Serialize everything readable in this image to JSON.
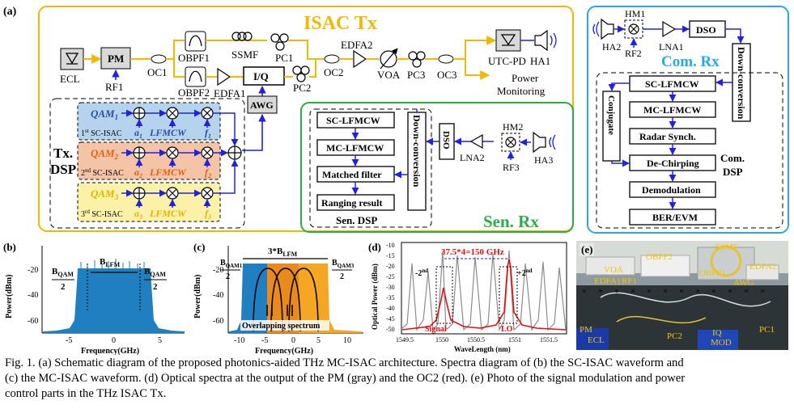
{
  "panel_a": {
    "label": "(a)",
    "tx": {
      "title": "ISAC Tx",
      "blocks": {
        "ecl": "ECL",
        "pm": "PM",
        "rf1": "RF1",
        "oc1": "OC1",
        "obpf1": "OBPF1",
        "obpf2": "OBPF2",
        "ssmf": "SSMF",
        "pc1": "PC1",
        "edfa1": "EDFA1",
        "iq": "I/Q",
        "pc2": "PC2",
        "awg": "AWG",
        "oc2": "OC2",
        "edfa2": "EDFA2",
        "voa": "VOA",
        "pc3": "PC3",
        "oc3": "OC3",
        "utc_pd": "UTC-PD",
        "ha1": "HA1",
        "power_monitoring_1": "Power",
        "power_monitoring_2": "Monitoring"
      },
      "dsp": {
        "label_1": "Tx.",
        "label_2": "DSP",
        "rows": [
          {
            "qam": "QAM",
            "qam_sub": "1",
            "alpha": "a",
            "alpha_sub": "1",
            "lfmcw": "LFMCW",
            "f": "f",
            "f_sub": "1",
            "name": "1",
            "name_sup": "st",
            "name_rest": " SC-ISAC"
          },
          {
            "qam": "QAM",
            "qam_sub": "2",
            "alpha": "a",
            "alpha_sub": "2",
            "lfmcw": "LFMCW",
            "f": "f",
            "f_sub": "2",
            "name": "2",
            "name_sup": "nd",
            "name_rest": " SC-ISAC"
          },
          {
            "qam": "QAM",
            "qam_sub": "3",
            "alpha": "a",
            "alpha_sub": "3",
            "lfmcw": "LFMCW",
            "f": "f",
            "f_sub": "3",
            "name": "3",
            "name_sup": "rd",
            "name_rest": " SC-ISAC"
          }
        ]
      }
    },
    "sen_rx": {
      "title": "Sen. Rx",
      "dsp_label": "Sen. DSP",
      "steps": [
        "SC-LFMCW",
        "MC-LFMCW",
        "Matched filter",
        "Ranging result"
      ],
      "down_conversion": "Down-conversion",
      "dso": "DSO",
      "lna2": "LNA2",
      "hm2": "HM2",
      "rf3": "RF3",
      "ha3": "HA3"
    },
    "com_rx": {
      "title": "Com. Rx",
      "ha2": "HA2",
      "hm1": "HM1",
      "rf2": "RF2",
      "lna1": "LNA1",
      "dso": "DSO",
      "down_conversion": "Down-conversion",
      "conjugate": "Conjugate",
      "dsp_label_1": "Com.",
      "dsp_label_2": "DSP",
      "steps": [
        "SC-LFMCW",
        "MC-LFMCW",
        "Radar Synch.",
        "De-Chirping",
        "Demodulation",
        "BER/EVM"
      ]
    }
  },
  "panel_b": {
    "label": "(b)",
    "ylabel": "Power(dBm)",
    "xlabel": "Frequency(GHz)",
    "yticks": [
      "-20",
      "-40",
      "-60"
    ],
    "xticks": [
      "-5",
      "0",
      "5"
    ],
    "ann_lfm": "B",
    "ann_lfm_sub": "LFM",
    "ann_qam": "B",
    "ann_qam_sub": "QAM",
    "ann_half": "2"
  },
  "panel_c": {
    "label": "(c)",
    "ylabel": "Power(dBm)",
    "xlabel": "Frequency(GHz)",
    "yticks": [
      "-20",
      "-40",
      "-60"
    ],
    "xticks": [
      "-10",
      "-5",
      "0",
      "5",
      "10"
    ],
    "ann_top": "3*B",
    "ann_top_sub": "LFM",
    "ann_left": "B",
    "ann_left_sub": "QAM1",
    "ann_right": "B",
    "ann_right_sub": "QAM3",
    "ann_half": "2",
    "overlap": "Overlapping spectrum"
  },
  "panel_d": {
    "label": "(d)",
    "ylabel": "Optical Power (dBm)",
    "xlabel": "WaveLength (nm)",
    "yticks": [
      "-10",
      "-15",
      "-20",
      "-25",
      "-30",
      "-35",
      "-40",
      "-45",
      "-50"
    ],
    "xticks": [
      "1549.5",
      "1550",
      "1550.5",
      "1551",
      "1551.5"
    ],
    "spacing": "37.5*4=150 GHz",
    "minus2": "-2",
    "minus2_sup": "nd",
    "plus2": "+2",
    "plus2_sup": "nd",
    "signal": "Signal",
    "lo": "LO",
    "colors": {
      "pm_output": "#8c8c8c",
      "oc2_output": "#e01010"
    }
  },
  "panel_e": {
    "label": "(e)",
    "labels": [
      "SSMF",
      "VOA",
      "OBPF2",
      "EDFA1",
      "OBPF1",
      "EDFA2",
      "RF1",
      "AWG",
      "PM",
      "ECL",
      "PC2",
      "IQ",
      "MOD",
      "PC1"
    ]
  },
  "caption": {
    "line1": "Fig. 1. (a) Schematic diagram of the proposed photonics-aided THz MC-ISAC architecture. Spectra diagram of (b) the SC-ISAC waveform and",
    "line2": "(c) the MC-ISAC waveform. (d) Optical spectra at the output of the PM (gray) and the OC2 (red). (e) Photo of the signal modulation and power",
    "line3": "control parts in the THz ISAC Tx."
  },
  "colors": {
    "tx_frame": "#f2b700",
    "sen_frame": "#2eaa4a",
    "com_frame": "#2aa8e0",
    "signal_line": "#2222dd",
    "optical_line": "#f2b700",
    "row1": "#b6d3ee",
    "row2": "#f5c4a6",
    "row3": "#fbf2a8",
    "accent_text": "#f2b700",
    "spectrum_blue": "#1f7fc0",
    "spectrum_orange": "#e98a1c"
  }
}
